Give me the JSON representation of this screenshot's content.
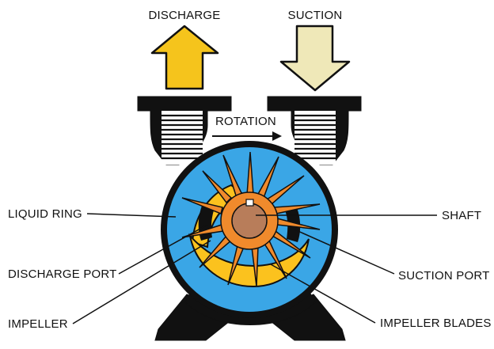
{
  "labels": {
    "discharge": "DISCHARGE",
    "suction": "SUCTION",
    "rotation": "ROTATION",
    "liquid_ring": "LIQUID RING",
    "shaft": "SHAFT",
    "discharge_port": "DISCHARGE PORT",
    "suction_port": "SUCTION PORT",
    "impeller": "IMPELLER",
    "impeller_blades": "IMPELLER BLADES"
  },
  "colors": {
    "outline": "#111111",
    "casing": "#111111",
    "liquid_ring": "#3aa6e6",
    "gas_pocket": "#fbc21e",
    "impeller": "#f08a2c",
    "shaft": "#b87d5a",
    "discharge_arrow": "#f5c41c",
    "suction_arrow": "#efe8b8"
  },
  "icons": {
    "discharge_arrow": "arrow-up-icon",
    "suction_arrow": "arrow-down-icon",
    "rotation_arrow": "arrow-right-icon"
  }
}
